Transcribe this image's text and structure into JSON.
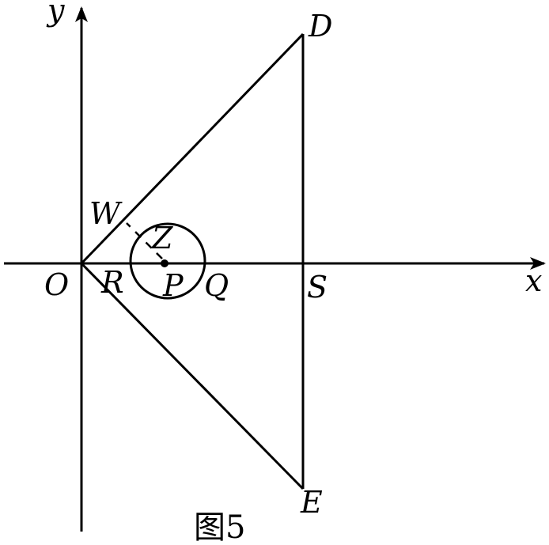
{
  "labels": {
    "y": "y",
    "x": "x",
    "O": "O",
    "D": "D",
    "E": "E",
    "S": "S",
    "W": "W",
    "Z": "Z",
    "R": "R",
    "P": "P",
    "Q": "Q"
  },
  "caption": "图5",
  "colors": {
    "stroke": "#000000",
    "background": "#ffffff"
  }
}
